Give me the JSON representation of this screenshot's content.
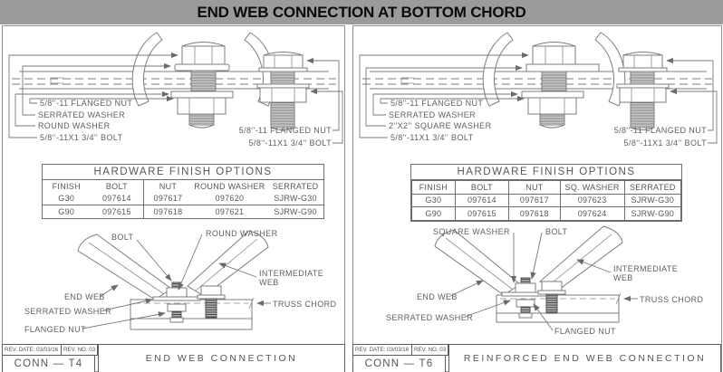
{
  "page_title": "END WEB CONNECTION AT BOTTOM CHORD",
  "colors": {
    "title_bg": "#9b9b9b",
    "line": "#7d7d7d",
    "text": "#5f5f5f"
  },
  "panels": [
    {
      "callouts_left": [
        "5/8''-11 FLANGED NUT",
        "SERRATED WASHER",
        "ROUND WASHER",
        "5/8''-11X1 3/4'' BOLT"
      ],
      "callouts_right": [
        "5/8''-11 FLANGED NUT",
        "5/8''-11X1 3/4'' BOLT"
      ],
      "table": {
        "title": "HARDWARE FINISH OPTIONS",
        "headers": [
          "FINISH",
          "BOLT",
          "NUT",
          "ROUND WASHER",
          "SERRATED"
        ],
        "rows": [
          [
            "G30",
            "097614",
            "097617",
            "097620",
            "SJRW-G30"
          ],
          [
            "G90",
            "097615",
            "097618",
            "097621",
            "SJRW-G90"
          ]
        ]
      },
      "diagram_labels": {
        "bolt": "BOLT",
        "washer": "ROUND WASHER",
        "end_web": "END WEB",
        "intermediate_web": "INTERMEDIATE WEB",
        "serrated_washer": "SERRATED WASHER",
        "truss_chord": "TRUSS CHORD",
        "flanged_nut": "FLANGED NUT"
      },
      "title_block": {
        "rev_date": "REV. DATE: 03/03/16",
        "rev_no": "REV. NO. 03",
        "conn_id": "CONN — T4",
        "drawing_name": "END WEB CONNECTION"
      }
    },
    {
      "callouts_left": [
        "5/8''-11 FLANGED NUT",
        "SERRATED WASHER",
        "2''X2'' SQUARE WASHER",
        "5/8''-11X1 3/4'' BOLT"
      ],
      "callouts_right": [
        "5/8''-11 FLANGED NUT",
        "5/8''-11X1 3/4'' BOLT"
      ],
      "table": {
        "title": "HARDWARE FINISH OPTIONS",
        "headers": [
          "FINISH",
          "BOLT",
          "NUT",
          "SQ. WASHER",
          "SERRATED"
        ],
        "rows": [
          [
            "G30",
            "097614",
            "097617",
            "097623",
            "SJRW-G30"
          ],
          [
            "G90",
            "097615",
            "097618",
            "097624",
            "SJRW-G90"
          ]
        ]
      },
      "diagram_labels": {
        "bolt": "BOLT",
        "washer": "SQUARE WASHER",
        "end_web": "END WEB",
        "intermediate_web": "INTERMEDIATE WEB",
        "serrated_washer": "SERRATED WASHER",
        "truss_chord": "TRUSS CHORD",
        "flanged_nut": "FLANGED NUT"
      },
      "title_block": {
        "rev_date": "REV. DATE: 03/03/16",
        "rev_no": "REV. NO. 03",
        "conn_id": "CONN — T6",
        "drawing_name": "REINFORCED END WEB CONNECTION"
      }
    }
  ]
}
